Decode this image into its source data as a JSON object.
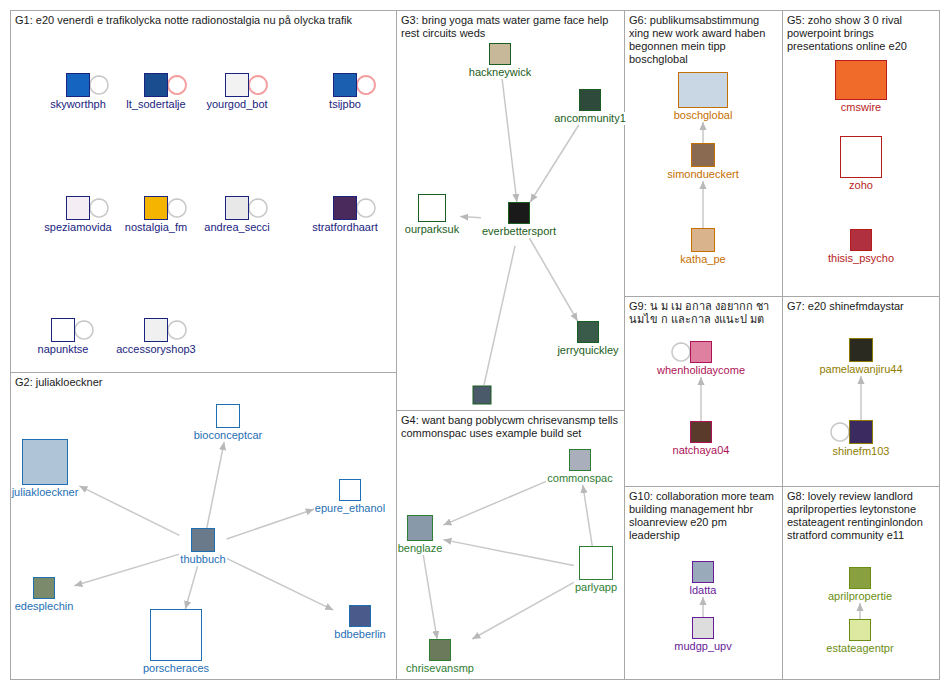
{
  "diagram": {
    "nodes": [
      {
        "text": [
          "G1: e20 venerdì e trafikolycka notte radionostalgia nu på olycka trafik"
        ]
      },
      {
        "text": [
          "skyworthph"
        ],
        "in": 0
      },
      {
        "text": [
          "lt_sodertalje"
        ],
        "in": 0
      },
      {
        "text": [
          "yourgod_bot"
        ],
        "in": 0
      },
      {
        "text": [
          "tsijpbo"
        ],
        "in": 0
      },
      {
        "text": [
          "speziamovida"
        ],
        "in": 0
      },
      {
        "text": [
          "nostalgia_fm"
        ],
        "in": 0
      },
      {
        "text": [
          "andrea_secci"
        ],
        "in": 0
      },
      {
        "text": [
          "stratfordhaart"
        ],
        "in": 0
      },
      {
        "text": [
          "napunktse"
        ],
        "in": 0
      },
      {
        "text": [
          "accessoryshop3"
        ],
        "in": 0
      },
      {
        "text": [
          "G3: bring yoga mats water game face help rest circuits weds"
        ]
      },
      {
        "text": [
          "hackneywick"
        ],
        "in": 11
      },
      {
        "text": [
          "ancommunity1"
        ],
        "in": 11
      },
      {
        "text": [
          "ourparksuk"
        ],
        "in": 11
      },
      {
        "text": [
          "everbettersport"
        ],
        "in": 11
      },
      {
        "text": [
          "jerryquickley"
        ],
        "in": 11
      },
      {
        "text": [
          "G6: publikumsabstimmung xing new work award haben begonnen mein tipp boschglobal"
        ]
      },
      {
        "text": [
          "boschglobal"
        ],
        "in": 17
      },
      {
        "text": [
          "simondueckert"
        ],
        "in": 17
      },
      {
        "text": [
          "katha_pe"
        ],
        "in": 17
      },
      {
        "text": [
          "G5: zoho show 3 0 rival powerpoint brings presentations online e20"
        ]
      },
      {
        "text": [
          "cmswire"
        ],
        "in": 21
      },
      {
        "text": [
          "zoho"
        ],
        "in": 21
      },
      {
        "text": [
          "thisis_psycho"
        ],
        "in": 21
      },
      {
        "text": [
          "G9: น ม เม อกาล งอยากก ชานมไข ก และกาล งแนะป มต"
        ]
      },
      {
        "text": [
          "whenholidaycome"
        ],
        "in": 25
      },
      {
        "text": [
          "natchaya04"
        ],
        "in": 25
      },
      {
        "text": [
          "G7: e20 shinefmdaystar"
        ]
      },
      {
        "text": [
          "pamelawanjiru44"
        ],
        "in": 28
      },
      {
        "text": [
          "shinefm103"
        ],
        "in": 28
      },
      {
        "text": [
          "G2: juliakloeckner"
        ]
      },
      {
        "text": [
          "bioconceptcar"
        ],
        "in": 31
      },
      {
        "text": [
          "juliakloeckner"
        ],
        "in": 31
      },
      {
        "text": [
          "epure_ethanol"
        ],
        "in": 31
      },
      {
        "text": [
          "thubbuch"
        ],
        "in": 31
      },
      {
        "text": [
          "edesplechin"
        ],
        "in": 31
      },
      {
        "text": [
          "bdbeberlin"
        ],
        "in": 31
      },
      {
        "text": [
          "porscheraces"
        ],
        "in": 31
      },
      {
        "text": [
          "G4: want bang poblycwm chrisevansmp tells commonspac uses example build set"
        ]
      },
      {
        "text": [
          "commonspac"
        ],
        "in": 39
      },
      {
        "text": [
          "benglaze"
        ],
        "in": 39
      },
      {
        "text": [
          "parlyapp"
        ],
        "in": 39
      },
      {
        "text": [
          "chrisevansmp"
        ],
        "in": 39
      },
      {
        "text": [
          "G10: collaboration more team building management hbr sloanreview e20 pm leadership"
        ]
      },
      {
        "text": [
          "ldatta"
        ],
        "in": 44
      },
      {
        "text": [
          "mudgp_upv"
        ],
        "in": 44
      },
      {
        "text": [
          "G8: lovely review landlord aprilproperties leytonstone estateagent rentinginlondon stratford community e11"
        ]
      },
      {
        "text": [
          "aprilpropertie"
        ],
        "in": 47
      },
      {
        "text": [
          "estateagentpr"
        ],
        "in": 47
      }
    ],
    "edges": [
      {
        "from": 1,
        "to": 1,
        "arrow": "none"
      },
      {
        "from": 2,
        "to": 2,
        "arrow": "none"
      },
      {
        "from": 3,
        "to": 3,
        "arrow": "none"
      },
      {
        "from": 4,
        "to": 4,
        "arrow": "none"
      },
      {
        "from": 5,
        "to": 5,
        "arrow": "none"
      },
      {
        "from": 6,
        "to": 6,
        "arrow": "none"
      },
      {
        "from": 7,
        "to": 7,
        "arrow": "none"
      },
      {
        "from": 8,
        "to": 8,
        "arrow": "none"
      },
      {
        "from": 9,
        "to": 9,
        "arrow": "none"
      },
      {
        "from": 10,
        "to": 10,
        "arrow": "none"
      },
      {
        "from": 12,
        "to": 15,
        "arrow": "to"
      },
      {
        "from": 13,
        "to": 15,
        "arrow": "to"
      },
      {
        "from": 15,
        "to": 14,
        "arrow": "to"
      },
      {
        "from": 15,
        "to": 16,
        "arrow": "to"
      },
      {
        "from": 19,
        "to": 18,
        "arrow": "to"
      },
      {
        "from": 20,
        "to": 19,
        "arrow": "to"
      },
      {
        "from": 26,
        "to": 26,
        "arrow": "none"
      },
      {
        "from": 27,
        "to": 26,
        "arrow": "to"
      },
      {
        "from": 30,
        "to": 30,
        "arrow": "none"
      },
      {
        "from": 30,
        "to": 29,
        "arrow": "to"
      },
      {
        "from": 35,
        "to": 32,
        "arrow": "to"
      },
      {
        "from": 35,
        "to": 33,
        "arrow": "to"
      },
      {
        "from": 35,
        "to": 34,
        "arrow": "to"
      },
      {
        "from": 35,
        "to": 36,
        "arrow": "to"
      },
      {
        "from": 35,
        "to": 37,
        "arrow": "to"
      },
      {
        "from": 35,
        "to": 38,
        "arrow": "to"
      },
      {
        "from": 40,
        "to": 41,
        "arrow": "to"
      },
      {
        "from": 42,
        "to": 40,
        "arrow": "to"
      },
      {
        "from": 42,
        "to": 41,
        "arrow": "to"
      },
      {
        "from": 41,
        "to": 43,
        "arrow": "to"
      },
      {
        "from": 42,
        "to": 43,
        "arrow": "to"
      },
      {
        "from": 46,
        "to": 45,
        "arrow": "to"
      },
      {
        "from": 49,
        "to": 48,
        "arrow": "to"
      }
    ]
  }
}
